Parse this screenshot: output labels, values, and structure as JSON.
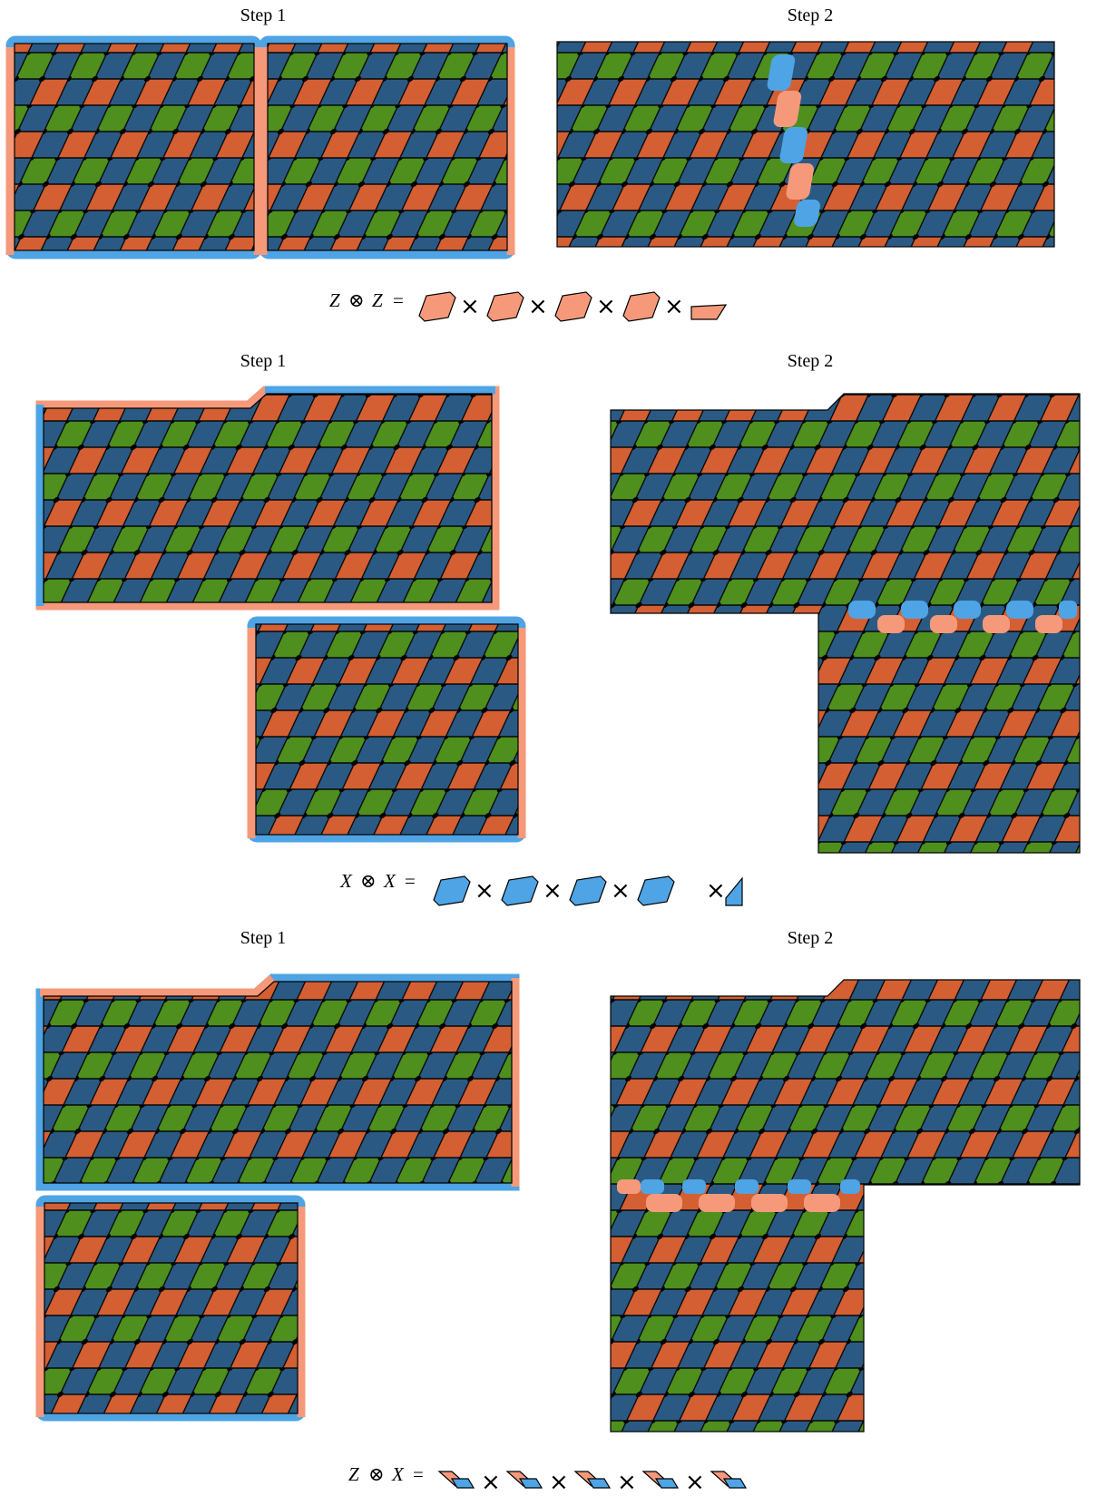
{
  "colors": {
    "green": "#4e8f1e",
    "red": "#d45f33",
    "blue": "#2a5a84",
    "light_red": "#f5997a",
    "light_blue": "#4ea4e4",
    "edge": "#000000",
    "vertex": "#000000"
  },
  "rows": [
    {
      "step1_label": "Step 1",
      "step2_label": "Step 2",
      "equation": {
        "lhs_a": "Z",
        "op": "⊗",
        "lhs_b": "Z",
        "eq": "=",
        "times": "×",
        "operator_color": "light_red",
        "terms": 5
      }
    },
    {
      "step1_label": "Step 1",
      "step2_label": "Step 2",
      "equation": {
        "lhs_a": "X",
        "op": "⊗",
        "lhs_b": "X",
        "eq": "=",
        "times": "×",
        "operator_color": "light_blue",
        "terms": 5
      }
    },
    {
      "step1_label": "Step 1",
      "step2_label": "Step 2",
      "equation": {
        "lhs_a": "Z",
        "op": "⊗",
        "lhs_b": "X",
        "eq": "=",
        "times": "×",
        "operator_color": "mixed",
        "terms": 5
      }
    }
  ]
}
